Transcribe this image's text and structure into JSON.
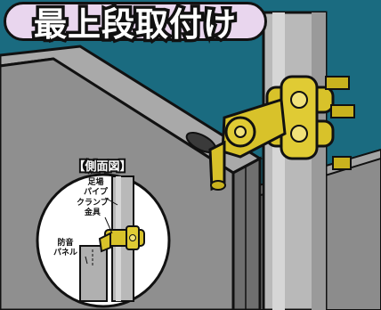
{
  "title": "最上段取付け",
  "inset": {
    "label": "【側面図】",
    "callouts": {
      "scaffold_pipe": [
        "足場",
        "パイプ"
      ],
      "clamp": [
        "クランプ",
        "金具"
      ],
      "panel": [
        "防音",
        "パネル"
      ]
    }
  },
  "colors": {
    "background_sky": "#1a6b80",
    "panel_gray": "#8f8f8f",
    "pipe_gray": "#b9b9b9",
    "clamp_yellow": "#d8c22a",
    "title_badge": "#e9d6ee",
    "outline": "#111111"
  }
}
